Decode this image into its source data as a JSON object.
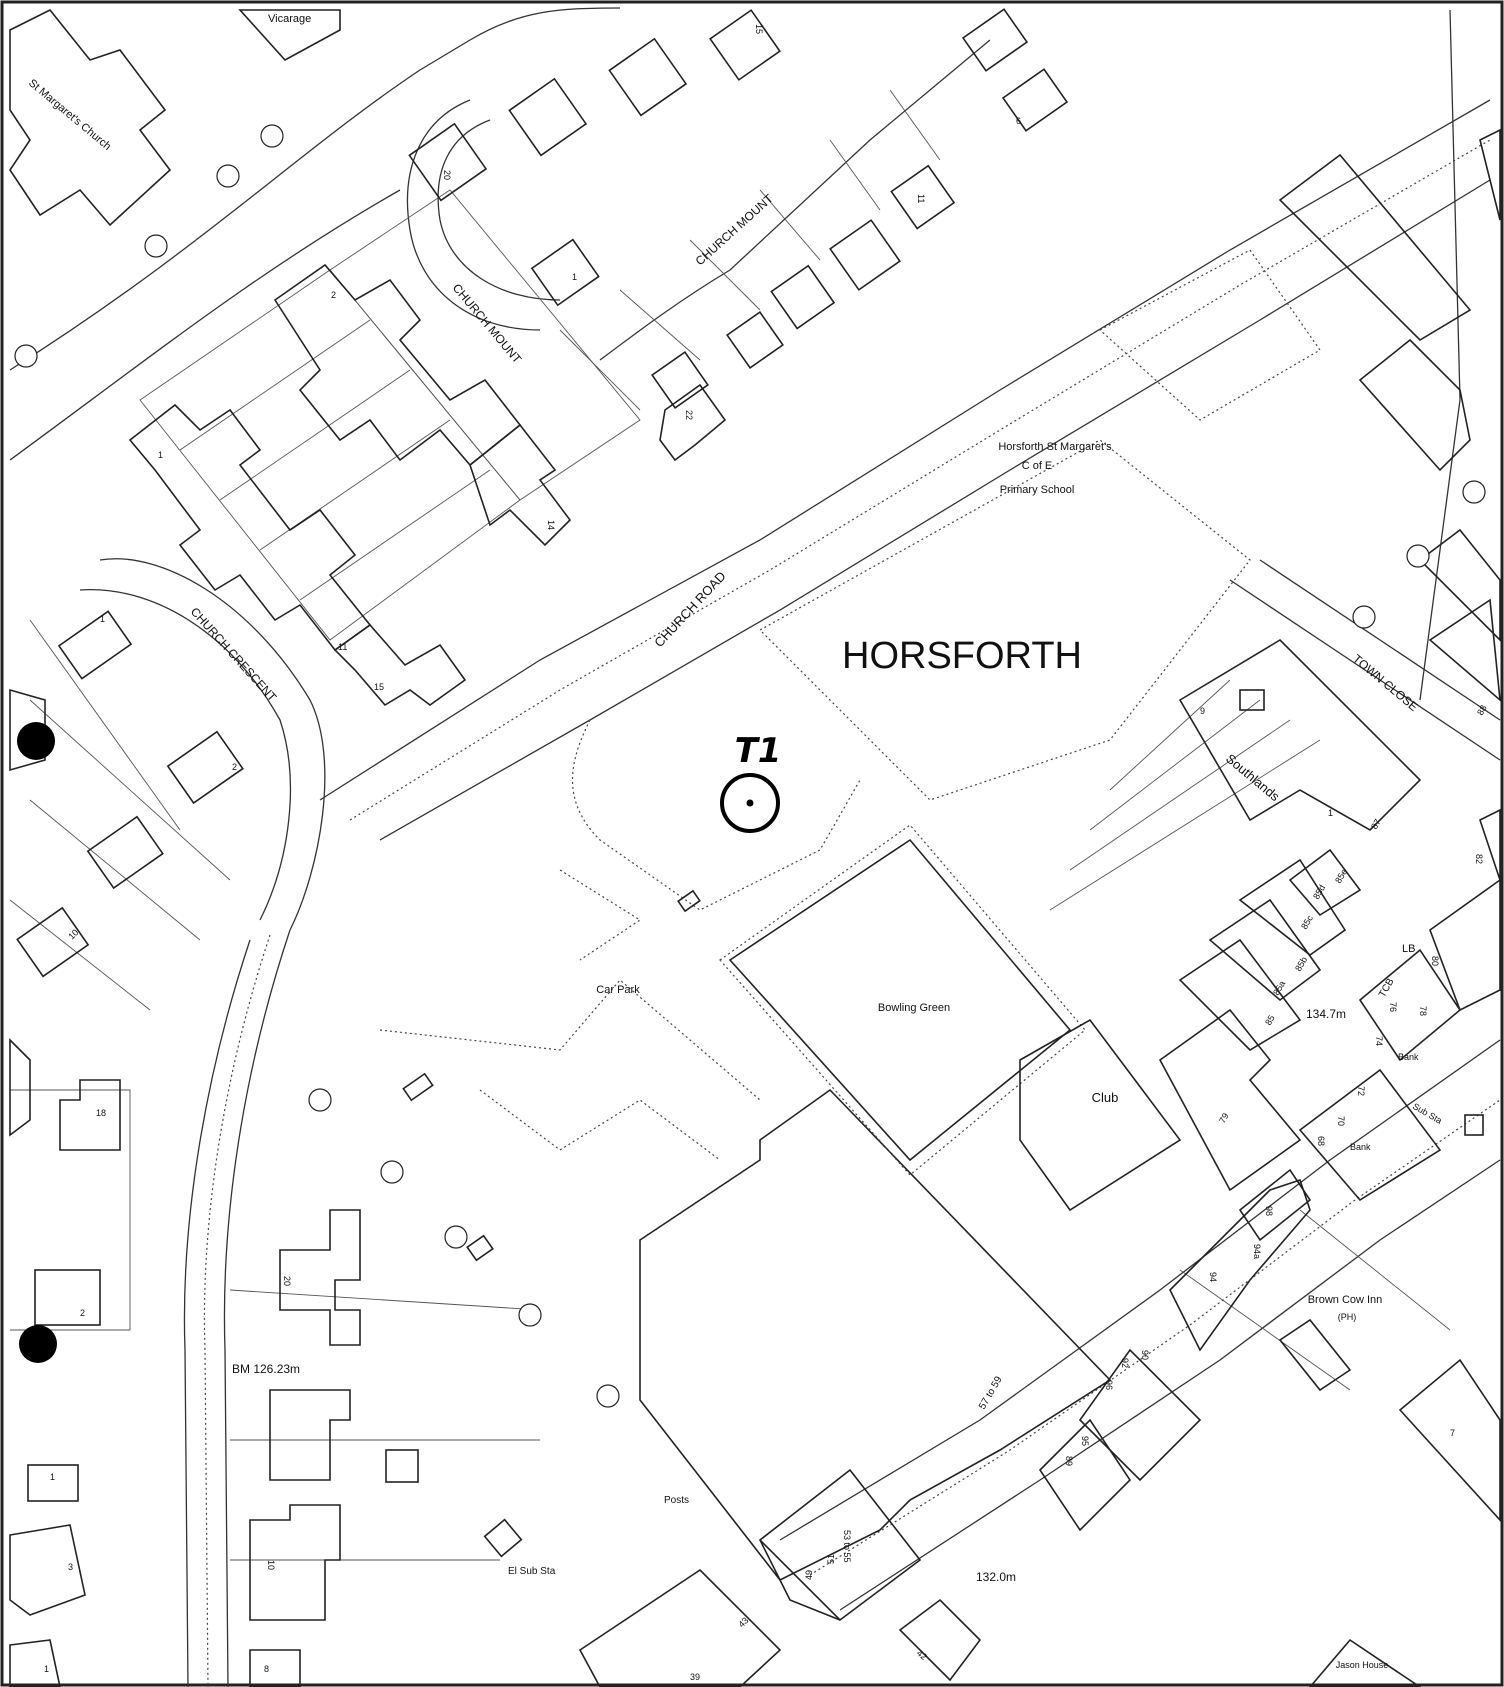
{
  "map": {
    "area_label": "HORSFORTH",
    "marker": {
      "label": "T1"
    },
    "labels": {
      "vicarage": "Vicarage",
      "st_margarets_church": "St Margaret's Church",
      "church_mount_a": "CHURCH MOUNT",
      "church_mount_b": "CHURCH MOUNT",
      "church_road": "CHURCH ROAD",
      "church_crescent": "CHURCH CRESCENT",
      "school_line1": "Horsforth St Margaret's",
      "school_line2": "C of E",
      "school_line3": "Primary School",
      "town_close": "TOWN CLOSE",
      "southlands": "Southlands",
      "car_park": "Car Park",
      "bowling_green": "Bowling Green",
      "club": "Club",
      "brown_cow_inn": "Brown Cow Inn",
      "ph": "(PH)",
      "bm": "BM 126.23m",
      "height_134": "134.7m",
      "height_132": "132.0m",
      "posts": "Posts",
      "el_sub_sta": "El Sub Sta",
      "bank_1": "Bank",
      "bank_2": "Bank",
      "lb": "LB",
      "tcb": "TCB",
      "sub_sta": "Sub Sta",
      "jason_house": "Jason House",
      "no_57_59": "57 to 59",
      "no_53_55": "53 to 55"
    },
    "house_numbers": {
      "n20": "20",
      "n1": "1",
      "n11": "11",
      "n22": "22",
      "n2": "2",
      "n14": "14",
      "n1b": "1",
      "n11b": "11",
      "n15": "15",
      "n1c": "1",
      "n2b": "2",
      "n10": "10",
      "n18": "18",
      "n20b": "20",
      "n2c": "2",
      "n1d": "1",
      "n3": "3",
      "n10b": "10",
      "n8": "8",
      "n1e": "1",
      "n49": "49",
      "n51": "51",
      "n39": "39",
      "n43": "43",
      "n42": "42",
      "n9": "9",
      "n1f": "1",
      "n87": "87",
      "n85d": "85d",
      "n85e": "85e",
      "n85c": "85c",
      "n85b": "85b",
      "n85a": "85a",
      "n85": "85",
      "n79": "79",
      "n76": "76",
      "n78": "78",
      "n74": "74",
      "n72": "72",
      "n70": "70",
      "n68": "68",
      "n80": "80",
      "n82": "82",
      "n88": "88",
      "n94a": "94a",
      "n94": "94",
      "n98": "98",
      "n96": "96",
      "n95": "95",
      "n92": "92",
      "n90": "90",
      "n89": "89",
      "n7": "7",
      "n15b": "15",
      "n6": "6"
    }
  }
}
